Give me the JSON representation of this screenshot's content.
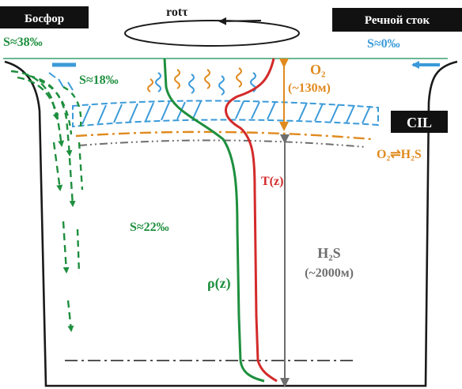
{
  "labels": {
    "bosphorus": "Босфор",
    "river_runoff": "Речной сток",
    "wind_curl": "rotτ",
    "cil": "CIL",
    "salinity_bosphorus": "S≈38‰",
    "salinity_river": "S≈0‰",
    "salinity_surface": "S≈18‰",
    "salinity_deep": "S≈22‰",
    "oxygen_symbol": "O₂",
    "oxygen_depth": "(~130м)",
    "redox": "O₂⇌H₂S",
    "hydrogen_sulfide_symbol": "H₂S",
    "hydrogen_sulfide_depth": "(~2000м)",
    "temperature_profile": "T(z)",
    "density_profile": "ρ(z)"
  },
  "colors": {
    "green": "#1e8f3e",
    "blue": "#3a9ad9",
    "orange": "#e08a1e",
    "red": "#d42a2a",
    "grey": "#6e6e6e",
    "basin": "#1a1a1a",
    "box_bg": "#111111"
  }
}
